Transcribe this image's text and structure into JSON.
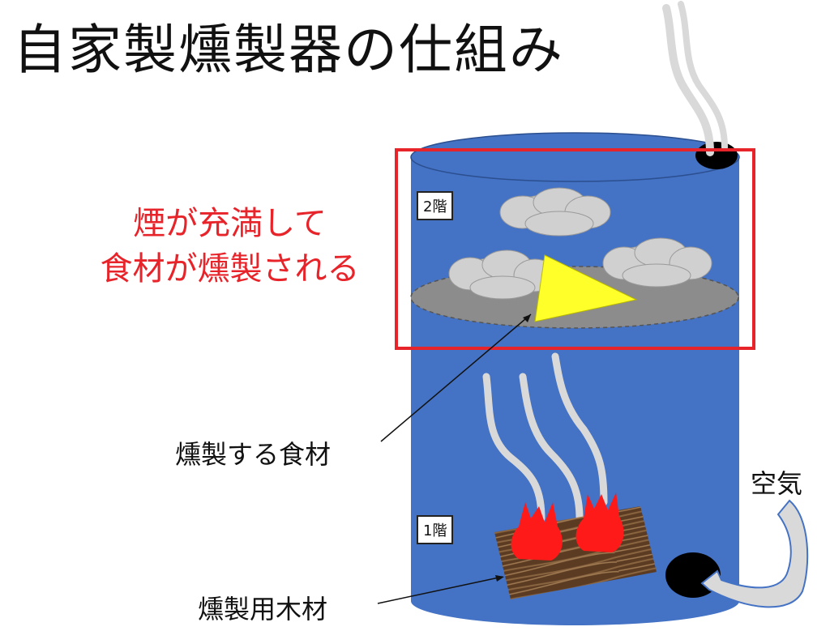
{
  "title": "自家製燻製器の仕組み",
  "caption_line1": "煙が充満して",
  "caption_line2": "食材が燻製される",
  "label_food": "燻製する食材",
  "label_wood": "燻製用木材",
  "label_air": "空気",
  "floor_2": "2階",
  "floor_1": "1階",
  "colors": {
    "drum": "#4472c4",
    "highlight_box": "#e8242b",
    "smoke": "#d0d0d0",
    "food": "#ffff2a",
    "fire": "#ff1a1a",
    "wood": "#6b4a2e",
    "tray": "#8c8c8c"
  },
  "icons": [
    "drum",
    "smoke-cloud",
    "cheese-wedge",
    "flame",
    "wood-plank",
    "air-hole",
    "air-arrow",
    "smoke-trail"
  ]
}
